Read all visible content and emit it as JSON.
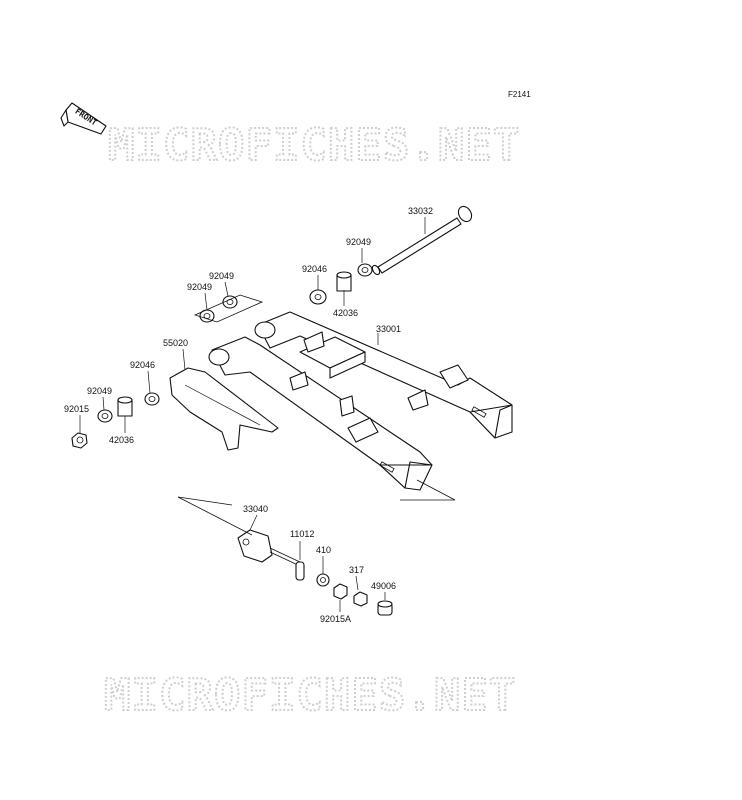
{
  "figure_code": "F2141",
  "front_label": "FRONT",
  "watermark": "MICROFICHES.NET",
  "parts": {
    "p33032": "33032",
    "p92049_top": "92049",
    "p92046_top": "92046",
    "p42036_top": "42036",
    "p33001": "33001",
    "p92049_a": "92049",
    "p92049_b": "92049",
    "p55020": "55020",
    "p92046_left": "92046",
    "p92049_left": "92049",
    "p92015": "92015",
    "p42036_left": "42036",
    "p33040": "33040",
    "p11012": "11012",
    "p410": "410",
    "p317": "317",
    "p49006": "49006",
    "p92015A": "92015A"
  }
}
